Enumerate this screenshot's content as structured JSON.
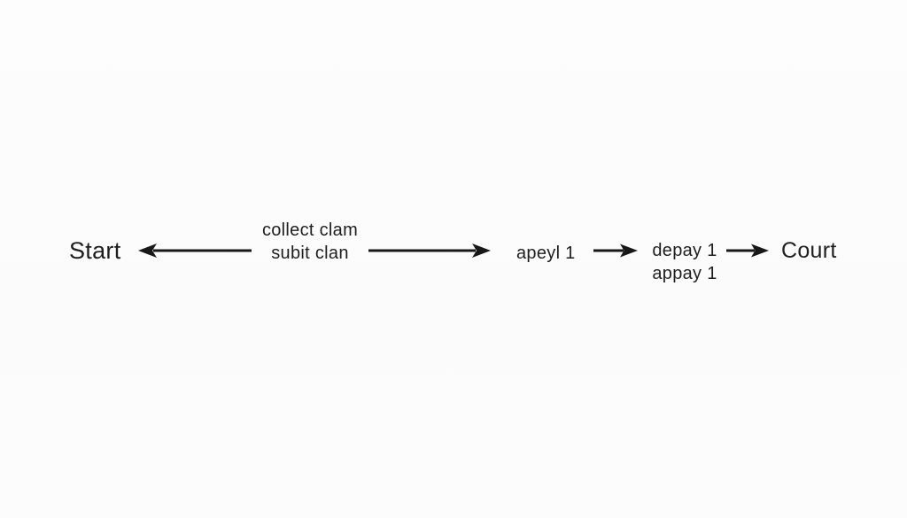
{
  "diagram": {
    "start_label": "Start",
    "claim_note_line1": "collect clam",
    "claim_note_line2": "subit clan",
    "appeal_label": "apeyl 1",
    "payment_line1": "depay 1",
    "payment_line2": "appay 1",
    "court_label": "Court",
    "colors": {
      "text": "#1e1e1e",
      "arrow": "#181818",
      "background": "#fcfcfc"
    }
  }
}
